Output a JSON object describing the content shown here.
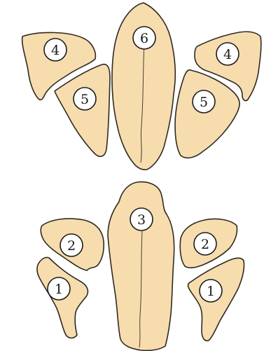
{
  "colors": {
    "piece_fill": "#f7dcae",
    "outline": "#2f2a22",
    "badge_fill": "#ffffff",
    "background": "#ffffff"
  },
  "pieces": [
    {
      "id": "upper-left-4",
      "label": "4"
    },
    {
      "id": "upper-left-5",
      "label": "5"
    },
    {
      "id": "upper-center-6",
      "label": "6"
    },
    {
      "id": "upper-right-5",
      "label": "5"
    },
    {
      "id": "upper-right-4",
      "label": "4"
    },
    {
      "id": "lower-center-3",
      "label": "3"
    },
    {
      "id": "lower-left-2",
      "label": "2"
    },
    {
      "id": "lower-right-2",
      "label": "2"
    },
    {
      "id": "lower-left-1",
      "label": "1"
    },
    {
      "id": "lower-right-1",
      "label": "1"
    }
  ]
}
